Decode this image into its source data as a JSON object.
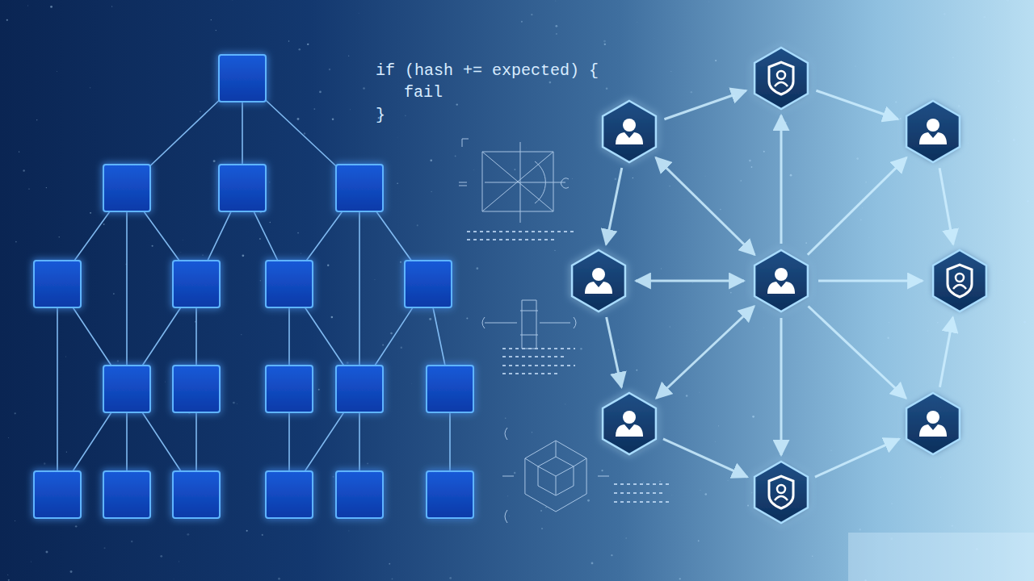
{
  "diagram": {
    "labels": [
      "if (hash += expected) {",
      "fail",
      "}"
    ]
  }
}
